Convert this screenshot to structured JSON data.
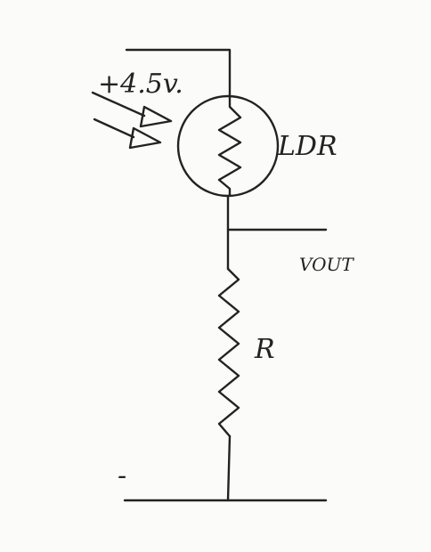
{
  "diagram": {
    "supply_label": "+4.5v.",
    "ldr_label": "LDR",
    "vout_label": "VOUT",
    "resistor_label": "R",
    "ground_label": "-"
  },
  "colors": {
    "ink": "#222222",
    "paper": "#fbfbf9"
  }
}
